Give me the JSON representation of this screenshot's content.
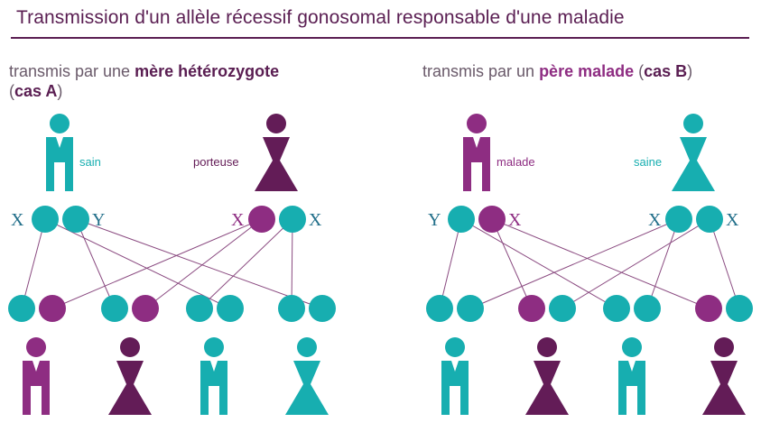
{
  "title": "Transmission d'un allèle récessif gonosomal responsable d'une maladie",
  "colors": {
    "teal": "#17aeb0",
    "magenta": "#8e2d82",
    "dark_purple": "#631c57",
    "chromosome_label_teal": "#226f8a",
    "chromosome_label_purple": "#8e2d82",
    "line": "#8a4a80",
    "title": "#5a1e52"
  },
  "case_a": {
    "subtitle_pre": "transmis par une ",
    "subtitle_bold": "mère hétérozygote",
    "subtitle_open": "(",
    "subtitle_case": "cas A",
    "subtitle_close": ")",
    "father_label": "sain",
    "mother_label": "porteuse",
    "father_chromosomes": [
      "X",
      "Y"
    ],
    "mother_chromosomes": [
      "X",
      "X"
    ]
  },
  "case_b": {
    "subtitle_pre": "transmis par un ",
    "subtitle_bold": "père malade",
    "subtitle_open": " (",
    "subtitle_case": "cas B",
    "subtitle_close": ")",
    "father_label": "malade",
    "mother_label": "saine",
    "father_chromosomes": [
      "Y",
      "X"
    ],
    "mother_chromosomes": [
      "X",
      "X"
    ]
  }
}
